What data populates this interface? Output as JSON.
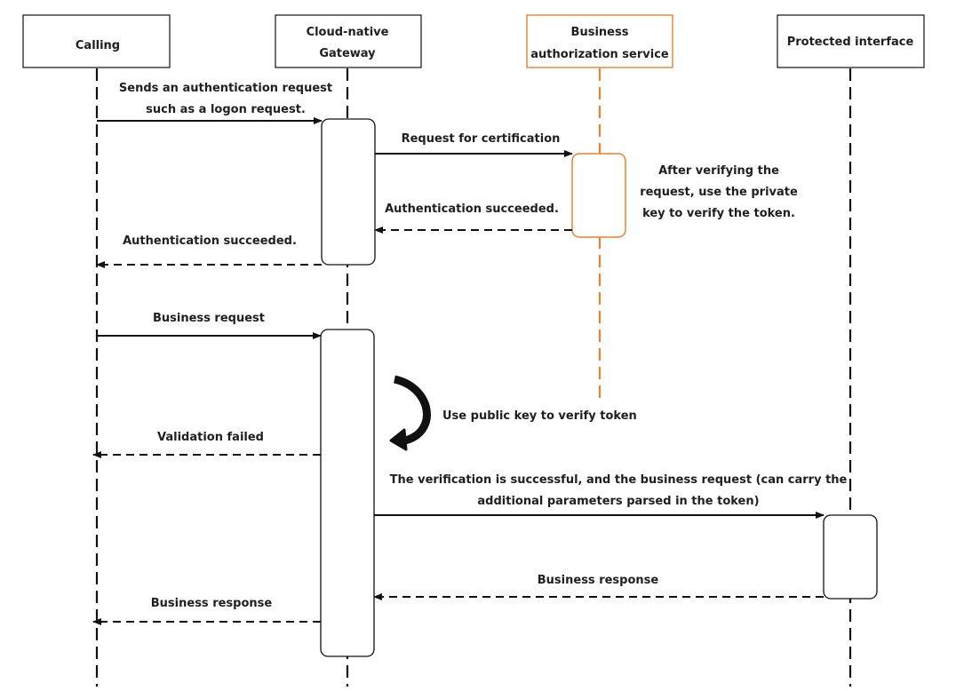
{
  "colors": {
    "ink": "#111111",
    "accent": "#e8822e",
    "text": "#1f1f1f",
    "background": "#ffffff"
  },
  "participants": {
    "calling": {
      "lines": [
        "Calling"
      ]
    },
    "gateway": {
      "lines": [
        "Cloud-native",
        "Gateway"
      ]
    },
    "auth": {
      "lines": [
        "Business",
        "authorization service"
      ]
    },
    "protected": {
      "lines": [
        "Protected interface"
      ]
    }
  },
  "messages": {
    "auth_request": {
      "lines": [
        "Sends an authentication request",
        "such as a logon request."
      ]
    },
    "cert_request": {
      "lines": [
        "Request for certification"
      ]
    },
    "auth_success_gw": {
      "lines": [
        "Authentication succeeded."
      ]
    },
    "auth_success_caller": {
      "lines": [
        "Authentication succeeded."
      ]
    },
    "business_request": {
      "lines": [
        "Business request"
      ]
    },
    "verify_self": {
      "lines": [
        "Use public key to verify token"
      ]
    },
    "validation_failed": {
      "lines": [
        "Validation failed"
      ]
    },
    "forward_request": {
      "lines": [
        "The verification is successful, and the business request (can carry the",
        "additional parameters parsed in the token)"
      ]
    },
    "business_response_gw": {
      "lines": [
        "Business response"
      ]
    },
    "business_response_caller": {
      "lines": [
        "Business response"
      ]
    }
  },
  "notes": {
    "auth_verify": {
      "lines": [
        "After verifying the",
        "request, use the private",
        "key to verify the token."
      ]
    }
  }
}
